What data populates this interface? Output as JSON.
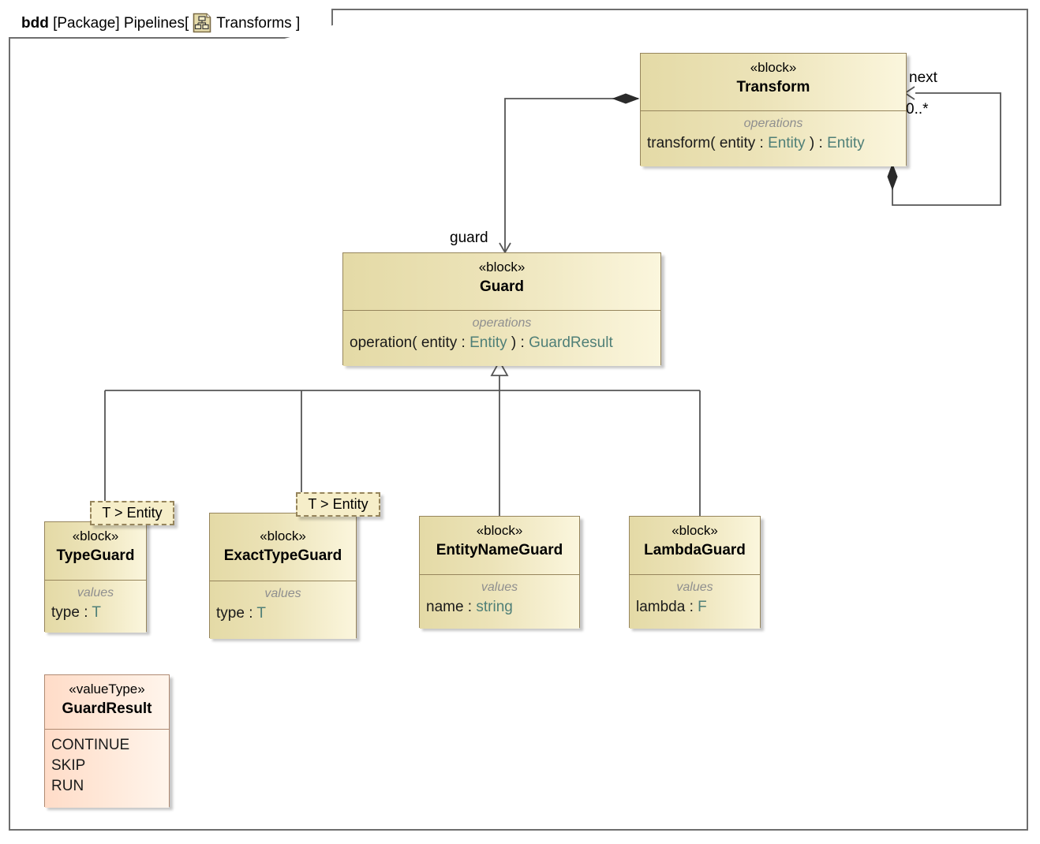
{
  "frame": {
    "kind": "bdd",
    "scope": "[Package]",
    "package": "Pipelines[",
    "icon": "package-tree-icon",
    "name": "Transforms",
    "close": "]"
  },
  "blocks": [
    {
      "id": "transform",
      "stereotype": "«block»",
      "name": "Transform",
      "compartment_label": "operations",
      "features": [
        "transform( entity : Entity ) : Entity"
      ]
    },
    {
      "id": "guard",
      "stereotype": "«block»",
      "name": "Guard",
      "compartment_label": "operations",
      "features": [
        "operation( entity : Entity ) : GuardResult"
      ]
    },
    {
      "id": "typeguard",
      "stereotype": "«block»",
      "name": "TypeGuard",
      "compartment_label": "values",
      "features": [
        "type : T"
      ],
      "template_param": "T > Entity"
    },
    {
      "id": "exacttypeguard",
      "stereotype": "«block»",
      "name": "ExactTypeGuard",
      "compartment_label": "values",
      "features": [
        "type : T"
      ],
      "template_param": "T > Entity"
    },
    {
      "id": "entitynameguard",
      "stereotype": "«block»",
      "name": "EntityNameGuard",
      "compartment_label": "values",
      "features": [
        "name : string"
      ]
    },
    {
      "id": "lambdaguard",
      "stereotype": "«block»",
      "name": "LambdaGuard",
      "compartment_label": "values",
      "features": [
        "lambda : F"
      ]
    }
  ],
  "value_type": {
    "id": "guardresult",
    "stereotype": "«valueType»",
    "name": "GuardResult",
    "literals": [
      "CONTINUE",
      "SKIP",
      "RUN"
    ]
  },
  "connectors": {
    "guard_role": "guard",
    "next_role": "next",
    "next_multiplicity": "0..*"
  },
  "colors": {
    "block_fill_dark": "#e4daa6",
    "block_fill_light": "#fbf6dd",
    "block_border": "#96855c",
    "valuetype_fill_dark": "#ffdcc8",
    "valuetype_fill_light": "#fff5ec",
    "valuetype_border": "#b08a72",
    "frame_border": "#6e6e6e",
    "edge": "#555555",
    "type_text": "#4f7f77",
    "compartment_label": "#8f8f8f"
  }
}
